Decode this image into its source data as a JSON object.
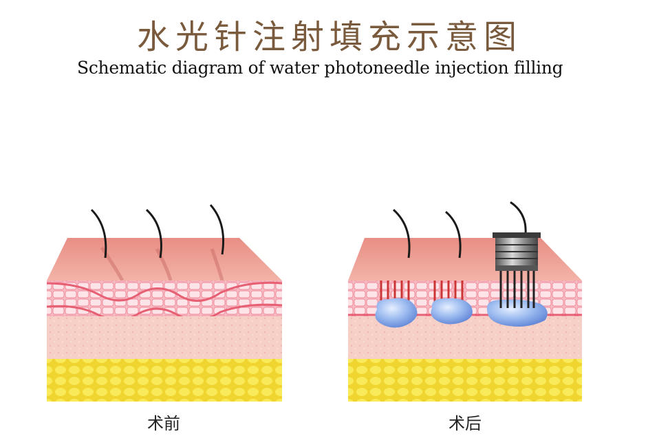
{
  "title_cn": "水光针注射填充示意图",
  "title_en": "Schematic diagram of water photoneedle injection filling",
  "panels": {
    "before": {
      "caption": "术前"
    },
    "after": {
      "caption": "术后"
    }
  },
  "colors": {
    "title_cn": "#7a5a3c",
    "skin_top": "#e99f95",
    "dermis": "#f4c7c0",
    "cells": "#f59aa8",
    "fat": "#f2df3a",
    "filler": "#8fb3ea",
    "needle": "#cc3333"
  }
}
